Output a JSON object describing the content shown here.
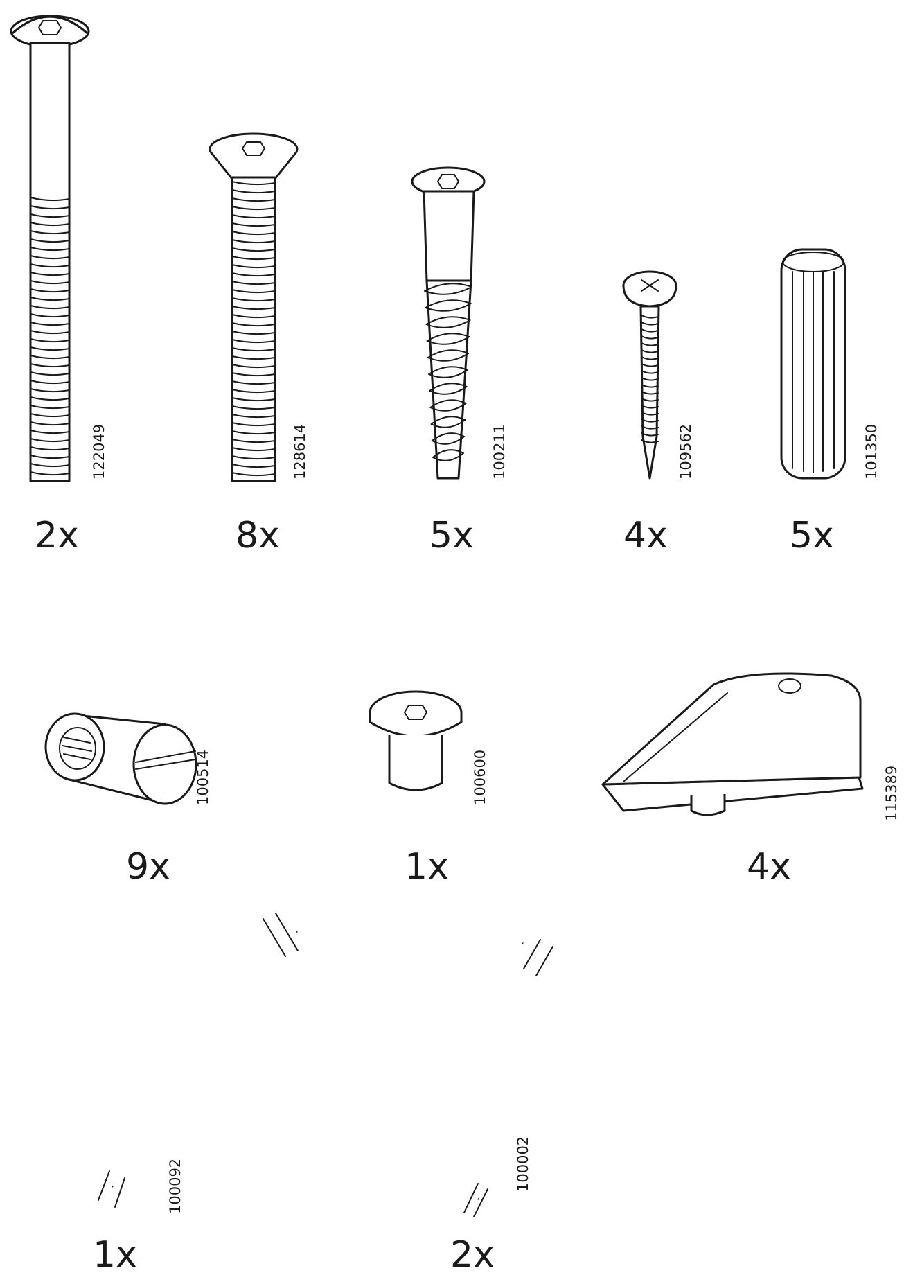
{
  "parts": [
    {
      "part_number": "122049",
      "quantity": "2x"
    },
    {
      "part_number": "128614",
      "quantity": "8x"
    },
    {
      "part_number": "100211",
      "quantity": "5x"
    },
    {
      "part_number": "109562",
      "quantity": "4x"
    },
    {
      "part_number": "101350",
      "quantity": "5x"
    },
    {
      "part_number": "100514",
      "quantity": "9x"
    },
    {
      "part_number": "100600",
      "quantity": "1x"
    },
    {
      "part_number": "115389",
      "quantity": "4x"
    },
    {
      "part_number": "100092",
      "quantity": "1x"
    },
    {
      "part_number": "100002",
      "quantity": "2x"
    }
  ]
}
